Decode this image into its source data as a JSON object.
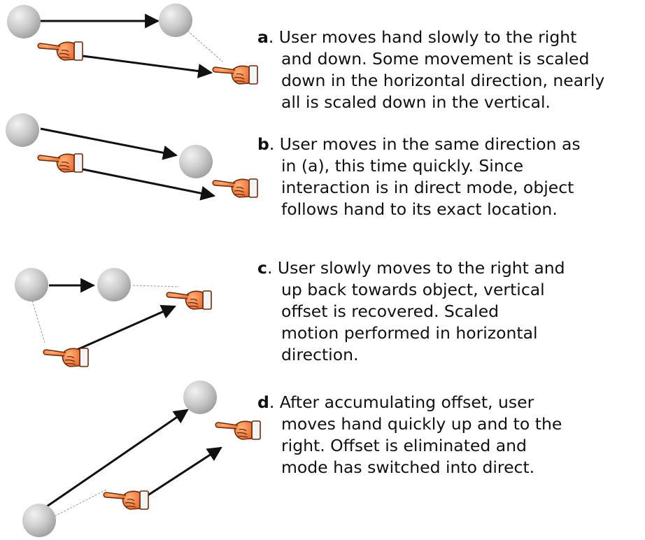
{
  "colors": {
    "ball": "#c8c8c8",
    "arrow": "#111111",
    "leader": "#9a9a9a",
    "hand_fill": "#f07a36",
    "hand_outline": "#6a2c0c",
    "cuff": "#f4f4f4",
    "text": "#111111"
  },
  "icons": {
    "object": "gray-sphere-icon",
    "hand": "pointing-hand-icon"
  },
  "panels": [
    {
      "id": "a",
      "letter": "a",
      "lines": [
        ". User moves hand slowly to the right",
        "and down. Some movement is scaled",
        "down in the horizontal direction, nearly",
        "all is scaled down in the vertical."
      ]
    },
    {
      "id": "b",
      "letter": "b",
      "lines": [
        ". User moves in the same direction as",
        "in (a), this time quickly. Since",
        "interaction is in direct mode, object",
        "follows hand to its exact location."
      ]
    },
    {
      "id": "c",
      "letter": "c",
      "lines": [
        ". User slowly moves to the right and",
        "up back towards object, vertical",
        "offset is recovered. Scaled",
        "motion performed in horizontal",
        "direction."
      ]
    },
    {
      "id": "d",
      "letter": "d",
      "lines": [
        ". After accumulating offset, user",
        "moves hand quickly up and to the",
        "right. Offset is eliminated and",
        "mode has switched into direct."
      ]
    }
  ]
}
